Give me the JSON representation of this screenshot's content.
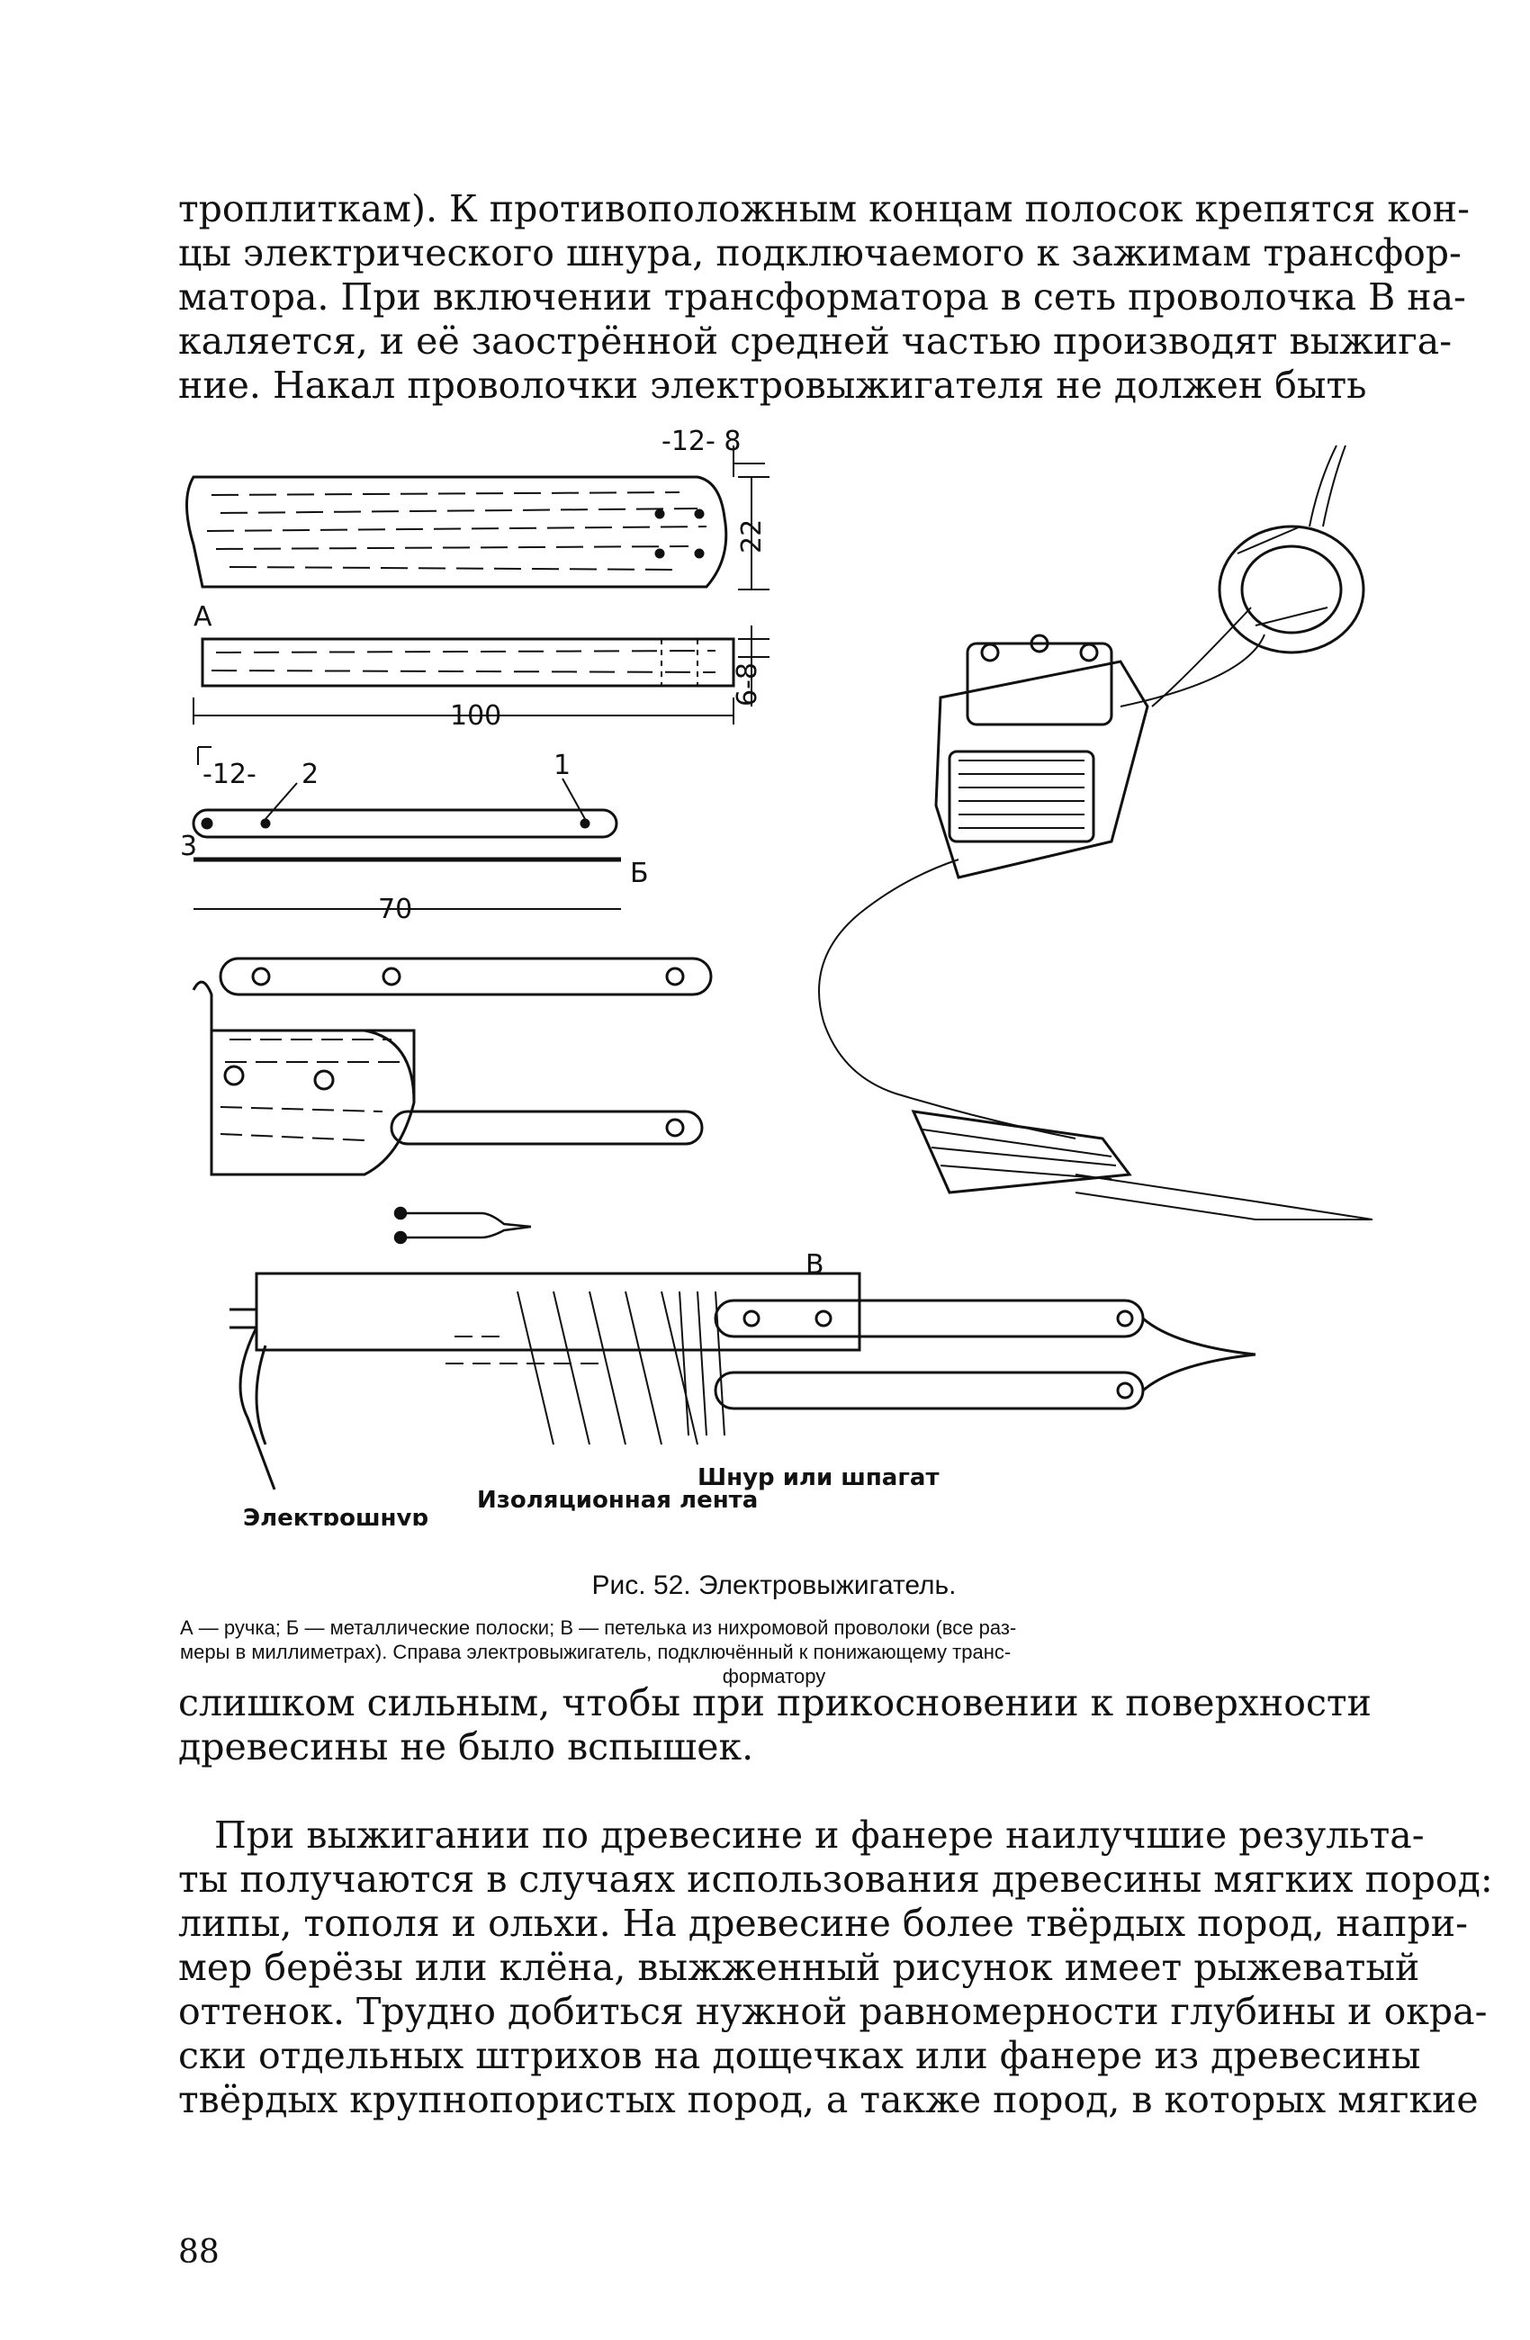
{
  "paragraphs": {
    "top": [
      "троплиткам). К противоположным концам полосок крепятся кон-",
      "цы электрического шнура, подключаемого к зажимам трансфор-",
      "матора. При включении трансформатора в сеть проволочка В на-",
      "каляется, и её заострённой средней частью производят выжига-",
      "ние. Накал проволочки электровыжигателя не должен быть"
    ],
    "middle": [
      "слишком сильным, чтобы при прикосновении к поверхности",
      "древесины не было вспышек."
    ],
    "bottom": [
      "При выжигании по древесине и фанере наилучшие результа-",
      "ты получаются в случаях использования древесины мягких пород:",
      "липы, тополя и ольхи. На древесине более твёрдых пород, напри-",
      "мер берёзы или клёна, выжженный рисунок имеет рыжеватый",
      "оттенок. Трудно добиться нужной равномерности глубины и окра-",
      "ски отдельных штрихов на дощечках или фанере из древесины",
      "твёрдых крупнопористых пород, а также пород, в которых мягкие"
    ]
  },
  "figure": {
    "caption": "Рис. 52. Электровыжигатель.",
    "legend": [
      "А — ручка; Б — металлические полоски; В — петелька из нихромовой проволоки (все раз-",
      "меры в миллиметрах). Справа электровыжигатель, подключённый к понижающему транс-",
      "форматору"
    ],
    "labels": {
      "part_a": "А",
      "part_b": "Б",
      "part_v": "В",
      "dim_12_8": "-12- 8",
      "dim_22": "22",
      "dim_6_8": "6-8",
      "dim_100": "100",
      "dim_12": "-12-",
      "callout_2": "2",
      "callout_1": "1",
      "callout_3": "3",
      "dim_70": "70",
      "cord_label": "Шнур или шпагат",
      "tape_label": "Изоляционная лента",
      "electro_cord_label": "Электрошнур"
    }
  },
  "page_number": "88"
}
